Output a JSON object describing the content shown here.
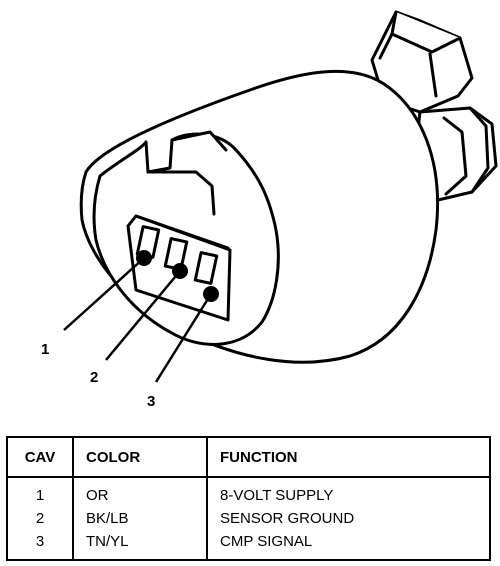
{
  "callouts": [
    "1",
    "2",
    "3"
  ],
  "table": {
    "headers": {
      "cav": "CAV",
      "color": "COLOR",
      "function": "FUNCTION"
    },
    "rows": [
      {
        "cav": "1",
        "color": "OR",
        "function": "8-VOLT SUPPLY"
      },
      {
        "cav": "2",
        "color": "BK/LB",
        "function": "SENSOR GROUND"
      },
      {
        "cav": "3",
        "color": "TN/YL",
        "function": "CMP SIGNAL"
      }
    ]
  }
}
